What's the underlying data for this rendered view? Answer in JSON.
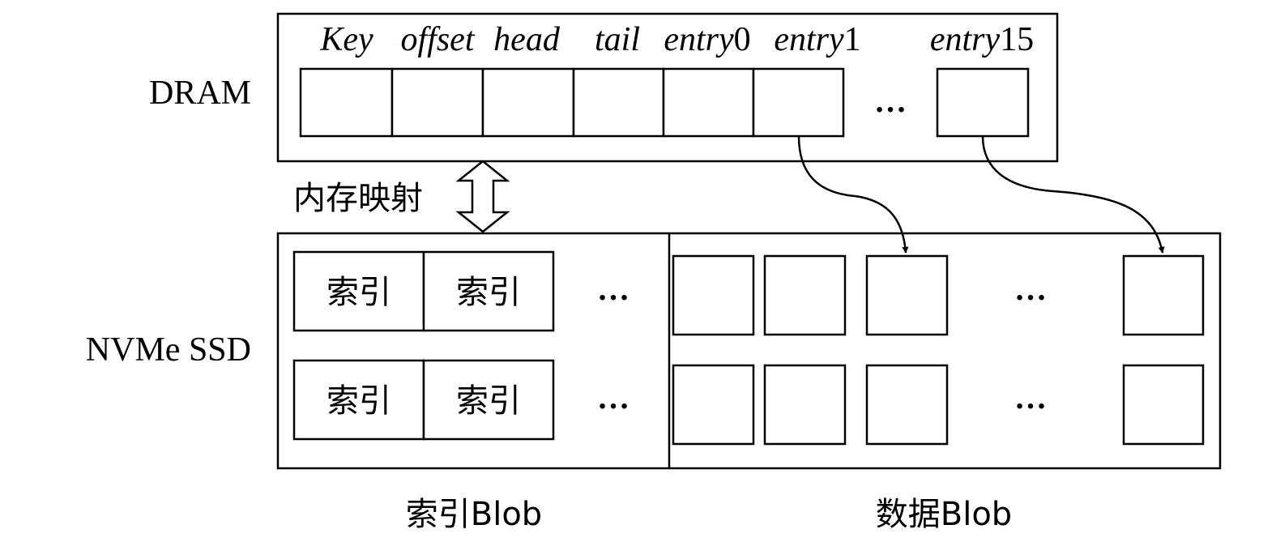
{
  "memory": {
    "dram_label": "DRAM",
    "ssd_label": "NVMe SSD",
    "mapping_label": "内存映射"
  },
  "dram_fields": {
    "key": "Key",
    "offset": "offset",
    "head": "head",
    "tail": "tail",
    "entry0_word": "entry",
    "entry0_num": "0",
    "entry1_word": "entry",
    "entry1_num": "1",
    "entry15_word": "entry",
    "entry15_num": "15",
    "ellipsis": "…"
  },
  "index_blob": {
    "cells": [
      "索引",
      "索引",
      "索引",
      "索引"
    ],
    "ellipsis_rows": [
      "…",
      "…"
    ],
    "caption": "索引Blob"
  },
  "data_blob": {
    "ellipsis_rows": [
      "…",
      "…"
    ],
    "caption": "数据Blob"
  }
}
